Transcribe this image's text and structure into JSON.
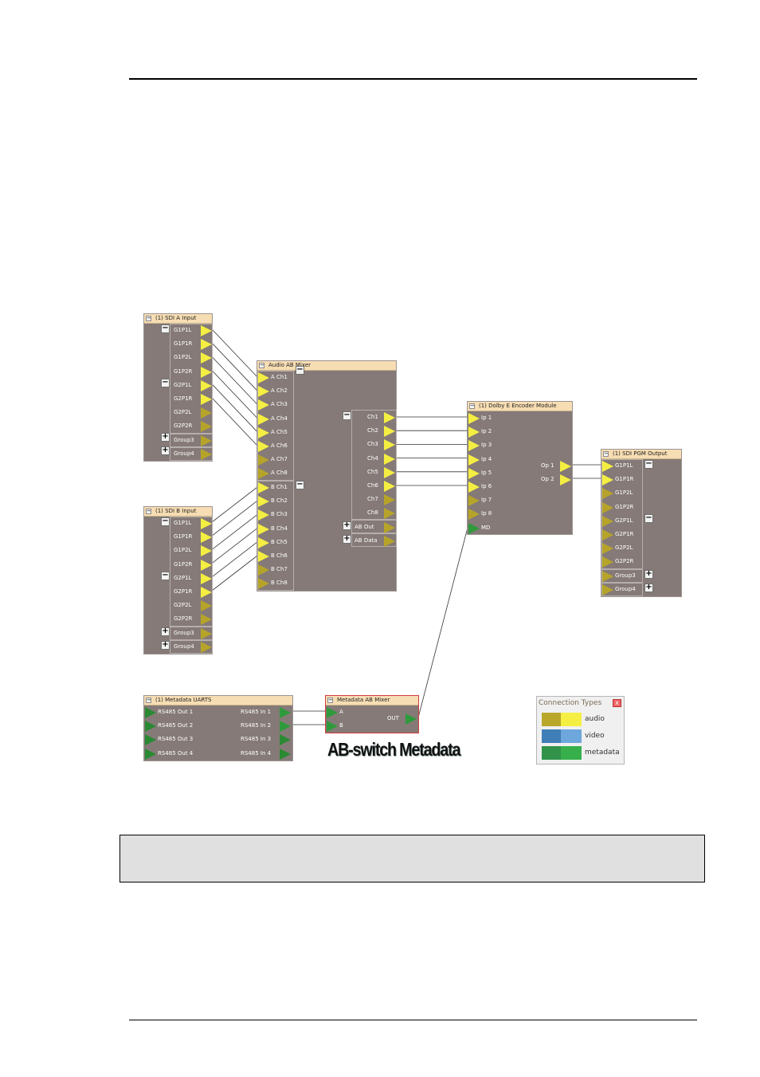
{
  "modules": {
    "sdi_a": {
      "title": "(1) SDI A Input",
      "ports": [
        "G1P1L",
        "G1P1R",
        "G1P2L",
        "G1P2R",
        "G2P1L",
        "G2P1R",
        "G2P2L",
        "G2P2R",
        "Group3",
        "Group4"
      ]
    },
    "sdi_b": {
      "title": "(1) SDI B Input",
      "ports": [
        "G1P1L",
        "G1P1R",
        "G1P2L",
        "G1P2R",
        "G2P1L",
        "G2P1R",
        "G2P2L",
        "G2P2R",
        "Group3",
        "Group4"
      ]
    },
    "audio_ab_mixer": {
      "title": "Audio AB Mixer",
      "inputs_a": [
        "A Ch1",
        "A Ch2",
        "A Ch3",
        "A Ch4",
        "A Ch5",
        "A Ch6",
        "A Ch7",
        "A Ch8"
      ],
      "inputs_b": [
        "B Ch1",
        "B Ch2",
        "B Ch3",
        "B Ch4",
        "B Ch5",
        "B Ch6",
        "B Ch7",
        "B Ch8"
      ],
      "outputs": [
        "Ch1",
        "Ch2",
        "Ch3",
        "Ch4",
        "Ch5",
        "Ch6",
        "Ch7",
        "Ch8",
        "AB Out",
        "AB Data"
      ]
    },
    "dolby_e": {
      "title": "(1) Dolby E Encoder Module",
      "inputs": [
        "Ip 1",
        "Ip 2",
        "Ip 3",
        "Ip 4",
        "Ip 5",
        "Ip 6",
        "Ip 7",
        "Ip 8",
        "MD"
      ],
      "outputs": [
        "Op 1",
        "Op 2"
      ]
    },
    "sdi_pgm": {
      "title": "(1) SDI PGM Output",
      "ports": [
        "G1P1L",
        "G1P1R",
        "G1P2L",
        "G1P2R",
        "G2P1L",
        "G2P1R",
        "G2P2L",
        "G2P2R",
        "Group3",
        "Group4"
      ]
    },
    "metadata_uarts": {
      "title": "(1) Metadata UARTS",
      "left": [
        "RS485 Out 1",
        "RS485 Out 2",
        "RS485 Out 3",
        "RS485 Out 4"
      ],
      "right": [
        "RS485 In 1",
        "RS485 In 2",
        "RS485 In 3",
        "RS485 In 4"
      ]
    },
    "metadata_ab_mixer": {
      "title": "Metadata AB Mixer",
      "inputs": [
        "A",
        "B"
      ],
      "output": "OUT"
    }
  },
  "callout": "AB-switch Metadata",
  "legend": {
    "title": "Connection Types",
    "close": "x",
    "items": [
      {
        "label": "audio",
        "dark": "#b9a72b",
        "light": "#f5ef44"
      },
      {
        "label": "video",
        "dark": "#3f7eb6",
        "light": "#6ea7db"
      },
      {
        "label": "metadata",
        "dark": "#32924a",
        "light": "#37b04b"
      }
    ]
  },
  "colors": {
    "module_body": "#857a77",
    "module_title": "#f7ddb3",
    "audio_port": "#f4ee42",
    "audio_port_dim": "#b6a42a",
    "metadata_port": "#2f9a3c",
    "selected_border": "#d23b3b"
  }
}
